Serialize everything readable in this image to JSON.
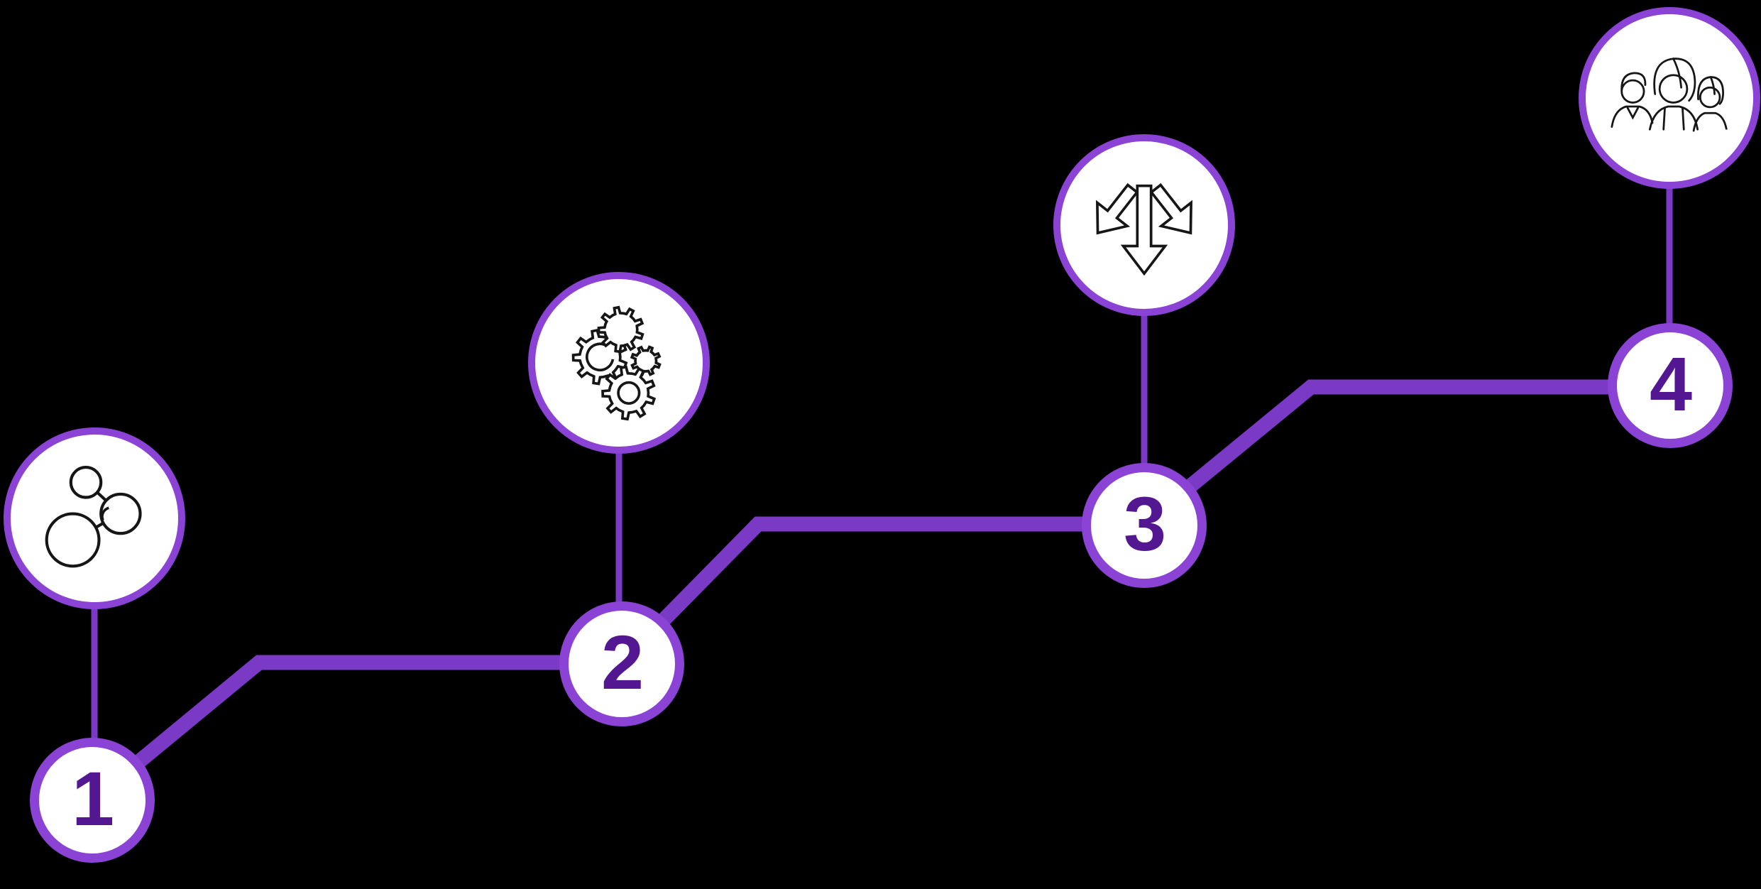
{
  "diagram": {
    "type": "stepped-timeline",
    "step_count": 4,
    "steps": [
      {
        "number": "1",
        "icon": "molecule-icon"
      },
      {
        "number": "2",
        "icon": "gears-icon"
      },
      {
        "number": "3",
        "icon": "diverging-arrows-icon"
      },
      {
        "number": "4",
        "icon": "team-icon"
      }
    ]
  },
  "colors": {
    "background": "#000000",
    "connector": "#7B3AC5",
    "ring": "#8B43D6",
    "number": "#541792",
    "circle_fill": "#FFFFFF",
    "icon_stroke": "#161616"
  }
}
